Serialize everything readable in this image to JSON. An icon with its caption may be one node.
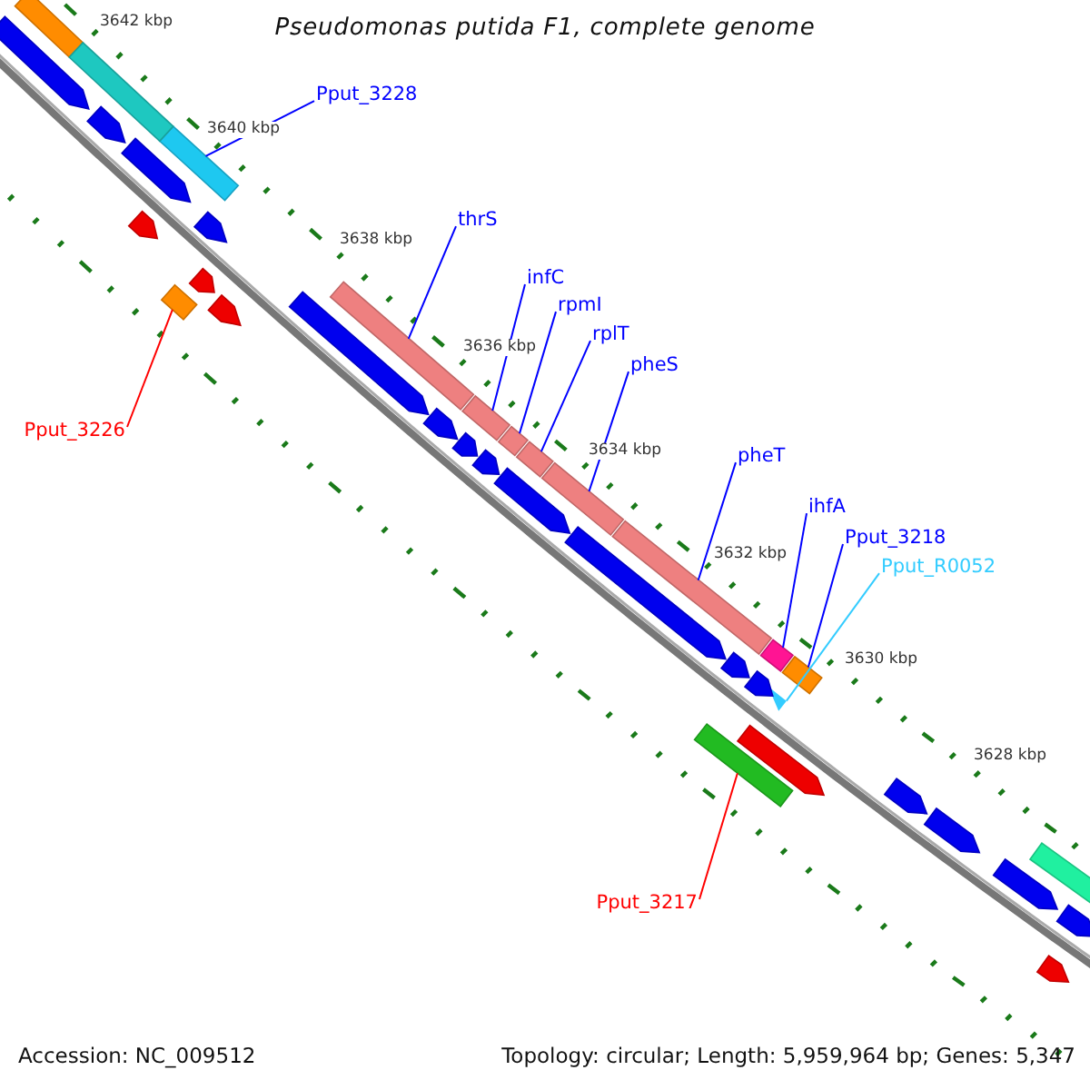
{
  "diagram": {
    "title": "Pseudomonas putida F1, complete genome",
    "nodes": [
      {
        "text": [
          "Pput_3228"
        ]
      },
      {
        "text": [
          "thrS"
        ]
      },
      {
        "text": [
          "infC"
        ]
      },
      {
        "text": [
          "rpmI"
        ]
      },
      {
        "text": [
          "rplT"
        ]
      },
      {
        "text": [
          "pheS"
        ]
      },
      {
        "text": [
          "Pput_3226"
        ]
      },
      {
        "text": [
          "pheT"
        ]
      },
      {
        "text": [
          "ihfA"
        ]
      },
      {
        "text": [
          "Pput_3218"
        ]
      },
      {
        "text": [
          "Pput_R0052"
        ]
      },
      {
        "text": [
          "Pput_3217"
        ]
      },
      {
        "text": [],
        "shape": "bar"
      },
      {
        "text": [],
        "shape": "bar"
      },
      {
        "text": [],
        "shape": "bar"
      },
      {
        "text": [],
        "shape": "bar"
      },
      {
        "text": [],
        "shape": "bar"
      },
      {
        "text": [],
        "shape": "bar"
      },
      {
        "text": [],
        "shape": "bar"
      },
      {
        "text": [],
        "shape": "bar"
      },
      {
        "text": [],
        "shape": "bar"
      },
      {
        "text": [],
        "shape": "bar"
      },
      {
        "text": [],
        "shape": "triangle"
      },
      {
        "text": [],
        "shape": "bar"
      },
      {
        "text": [],
        "shape": "bar"
      },
      {
        "text": [],
        "shape": "bar"
      },
      {
        "text": [],
        "shape": "arrow"
      },
      {
        "text": [],
        "shape": "arrow"
      },
      {
        "text": [],
        "shape": "arrow"
      },
      {
        "text": [],
        "shape": "arrow"
      },
      {
        "text": [],
        "shape": "arrow"
      },
      {
        "text": [],
        "shape": "arrow"
      },
      {
        "text": [],
        "shape": "arrow"
      },
      {
        "text": [],
        "shape": "arrow"
      },
      {
        "text": [],
        "shape": "arrow"
      },
      {
        "text": [],
        "shape": "arrow"
      },
      {
        "text": [],
        "shape": "arrow"
      },
      {
        "text": [],
        "shape": "arrow"
      },
      {
        "text": [],
        "shape": "arrow"
      },
      {
        "text": [],
        "shape": "arrow"
      },
      {
        "text": [],
        "shape": "bar"
      },
      {
        "text": [],
        "shape": "arrow"
      },
      {
        "text": [],
        "shape": "arrow"
      },
      {
        "text": [],
        "shape": "arrow"
      },
      {
        "text": [],
        "shape": "arrow"
      },
      {
        "text": [],
        "shape": "arrow"
      },
      {
        "text": [],
        "shape": "arrow"
      },
      {
        "text": [],
        "shape": "arrow"
      }
    ],
    "edges": [
      {
        "from": 0,
        "to": 12,
        "arrow": "none"
      },
      {
        "from": 1,
        "to": 13,
        "arrow": "none"
      },
      {
        "from": 2,
        "to": 14,
        "arrow": "none"
      },
      {
        "from": 3,
        "to": 15,
        "arrow": "none"
      },
      {
        "from": 4,
        "to": 16,
        "arrow": "none"
      },
      {
        "from": 5,
        "to": 17,
        "arrow": "none"
      },
      {
        "from": 6,
        "to": 18,
        "arrow": "none",
        "color": "#ff0000"
      },
      {
        "from": 7,
        "to": 19,
        "arrow": "none"
      },
      {
        "from": 8,
        "to": 20,
        "arrow": "none"
      },
      {
        "from": 9,
        "to": 21,
        "arrow": "none"
      },
      {
        "from": 10,
        "to": 22,
        "arrow": "none",
        "color": "#33ccff"
      },
      {
        "from": 11,
        "to": 23,
        "arrow": "none",
        "color": "#ff0000"
      }
    ],
    "labels": [
      "3642 kbp",
      "3640 kbp",
      "3638 kbp",
      "3636 kbp",
      "3634 kbp",
      "3632 kbp",
      "3630 kbp",
      "3628 kbp",
      "Accession: NC_009512",
      "Topology: circular; Length: 5,959,964 bp; Genes: 5,347"
    ]
  }
}
